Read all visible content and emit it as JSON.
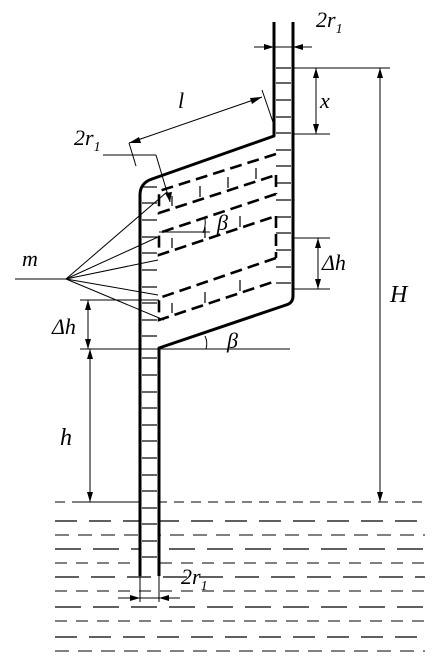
{
  "labels": {
    "top_radius": {
      "main": "2r",
      "sub": "1"
    },
    "length": "l",
    "left_radius": {
      "main": "2r",
      "sub": "1"
    },
    "x": "x",
    "beta_upper": "β",
    "beta_lower": "β",
    "m": "m",
    "delta_h_right": "Δh",
    "delta_h_left": "Δh",
    "H": "H",
    "h": "h",
    "bottom_radius": {
      "main": "2r",
      "sub": "1"
    }
  },
  "colors": {
    "ink": "#000000",
    "background": "#ffffff"
  }
}
